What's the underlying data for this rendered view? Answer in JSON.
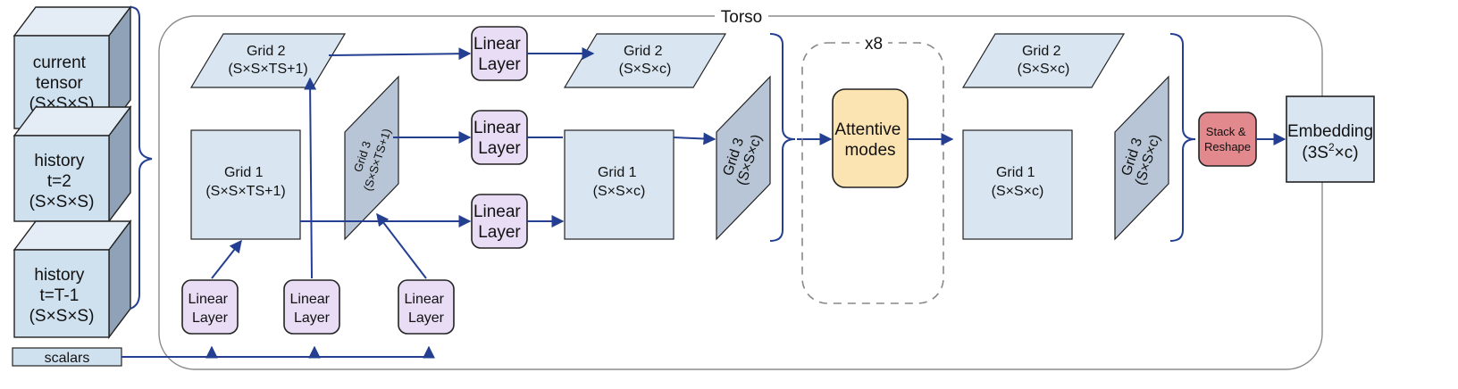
{
  "colors": {
    "arrow": "#243f91",
    "grid_fill": "#d9e6f2",
    "grid3_fill": "#b8c5d6",
    "linear_fill": "#e8ddf5",
    "attention_fill": "#fbe3b2",
    "stack_fill": "#e1898d",
    "torso_border": "#8c8c8c"
  },
  "inputs": {
    "current": [
      "current",
      "tensor",
      "(S×S×S)"
    ],
    "history1": [
      "history",
      "t=2",
      "(S×S×S)"
    ],
    "history2": [
      "history",
      "t=T-1",
      "(S×S×S)"
    ],
    "scalars": "scalars"
  },
  "torso": {
    "title": "Torso",
    "grid2_in": [
      "Grid 2",
      "(S×S×TS+1)"
    ],
    "grid1_in": [
      "Grid 1",
      "(S×S×TS+1)"
    ],
    "grid3_in": [
      "Grid 3",
      "(S×S×TS+1)"
    ],
    "linear_layer": [
      "Linear",
      "Layer"
    ],
    "grid2_mid": [
      "Grid 2",
      "(S×S×c)"
    ],
    "grid1_mid": [
      "Grid 1",
      "(S×S×c)"
    ],
    "grid3_mid": [
      "Grid 3",
      "(S×S×c)"
    ],
    "repeat": "x8",
    "attention": [
      "Attentive",
      "modes"
    ],
    "grid2_out": [
      "Grid 2",
      "(S×S×c)"
    ],
    "grid1_out": [
      "Grid 1",
      "(S×S×c)"
    ],
    "grid3_out": [
      "Grid 3",
      "(S×S×c)"
    ]
  },
  "stack": [
    "Stack &",
    "Reshape"
  ],
  "embedding": {
    "line1": "Embedding",
    "line2_prefix": "(3S",
    "line2_sup": "2",
    "line2_suffix": "×c)"
  }
}
